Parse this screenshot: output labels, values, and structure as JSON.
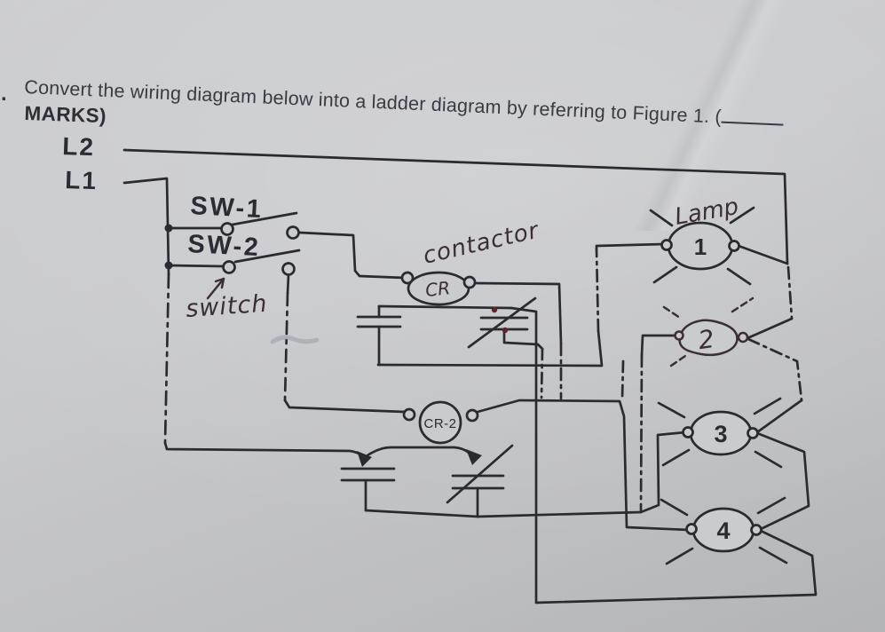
{
  "question": {
    "period": ".",
    "line1": "Convert the wiring diagram below into a ladder diagram by referring to Figure 1.  (",
    "marks": "MARKS)"
  },
  "labels": {
    "l2": "L2",
    "l1": "L1",
    "sw1": "SW-1",
    "sw2": "SW-2",
    "switch_note": "switch",
    "contactor_note": "contactor",
    "cr": "CR",
    "cr2": "CR-2",
    "lamp_note": "Lamp"
  },
  "lamps": [
    "1",
    "2",
    "3",
    "4"
  ],
  "colors": {
    "ink": "#2a2a31",
    "handwriting": "#3b2d39",
    "paper": "#cacbce",
    "junction_dot": "#5e2330",
    "pencil": "#8f929b"
  }
}
